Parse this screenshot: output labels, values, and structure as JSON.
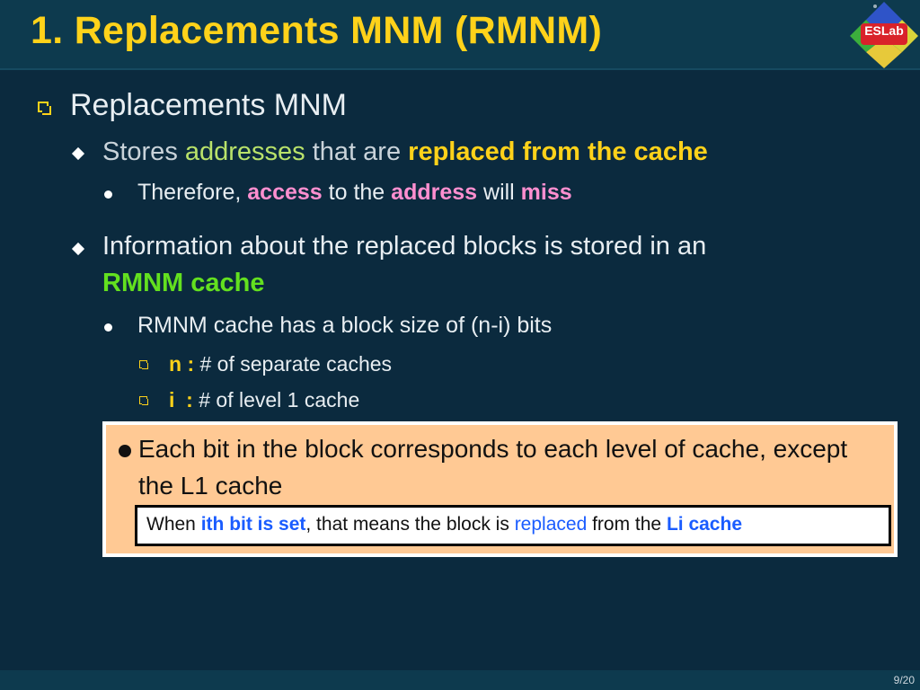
{
  "title": "1. Replacements MNM (RMNM)",
  "logo": {
    "text": "ESLab"
  },
  "level1": {
    "text": "Replacements MNM"
  },
  "bullet1": {
    "pre": "Stores ",
    "addresses": "addresses",
    "mid": " that are ",
    "bold": "replaced from the cache"
  },
  "sub1": {
    "pre": "Therefore, ",
    "access": "access",
    "mid1": " to the ",
    "address": "address",
    "mid2": " will ",
    "miss": "miss"
  },
  "bullet2": {
    "line1": "Information about the replaced blocks is stored in an",
    "line2": "RMNM cache"
  },
  "sub2": {
    "text": "RMNM cache has a block size of (n-i) bits"
  },
  "sub2a": {
    "label": "n : ",
    "text": "# of separate caches"
  },
  "sub2b": {
    "label": "i  : ",
    "text": "# of level 1 cache"
  },
  "callout": {
    "text": "Each bit in the block corresponds to each level of cache, except the L1 cache",
    "inner": {
      "pre": "When ",
      "b1": "ith bit is set",
      "mid": ", that means the block is ",
      "replaced": "replaced",
      "mid2": " from the ",
      "b2": "Li cache"
    }
  },
  "footer": {
    "page": "9/20"
  },
  "colors": {
    "background": "#0b2a3e",
    "title": "#ffd21a",
    "callout": "#ffc994",
    "highlight_pink": "#ff8fd0",
    "highlight_green": "#63e01f",
    "highlight_blue": "#1a5cff"
  }
}
